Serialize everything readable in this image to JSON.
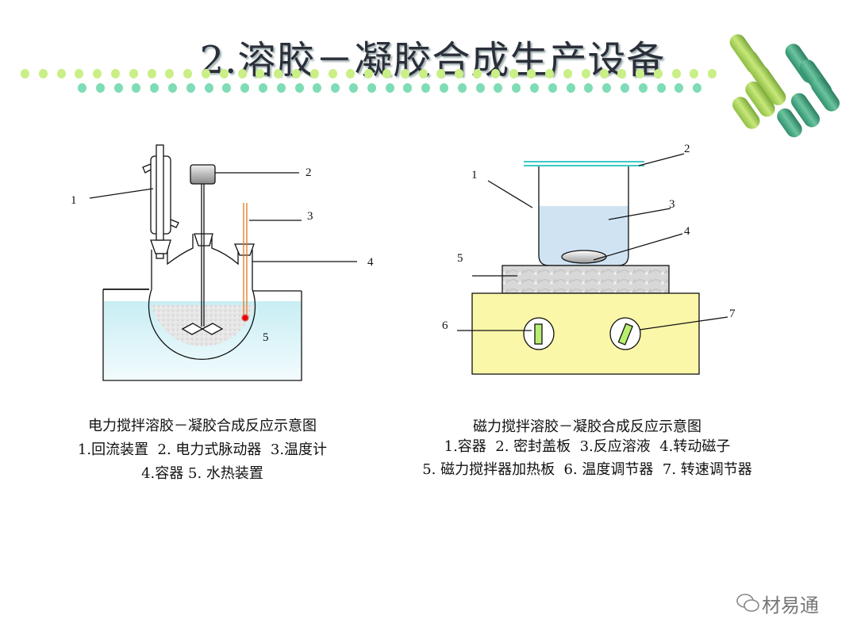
{
  "title": "2.溶胶－凝胶合成生产设备",
  "left_diagram": {
    "labels": [
      "1",
      "2",
      "3",
      "4",
      "5"
    ],
    "caption_title": "电力搅拌溶胶－凝胶合成反应示意图",
    "legend_line1": "1.回流装置  2. 电力式脉动器  3.温度计",
    "legend_line2": "4.容器 5. 水热装置"
  },
  "right_diagram": {
    "labels": [
      "1",
      "2",
      "3",
      "4",
      "5",
      "6",
      "7"
    ],
    "caption_title": "磁力搅拌溶胶－凝胶合成反应示意图",
    "legend_line1": "1.容器  2. 密封盖板  3.反应溶液  4.转动磁子",
    "legend_line2": "5. 磁力搅拌器加热板  6. 温度调节器  7. 转速调节器"
  },
  "watermark": "材易通",
  "colors": {
    "dot_row1": "#c9ef86",
    "dot_row2": "#7fdcb6",
    "water": "#d8f2f6",
    "hotplate": "#fbf7a8",
    "lid": "#3cc8c8"
  }
}
